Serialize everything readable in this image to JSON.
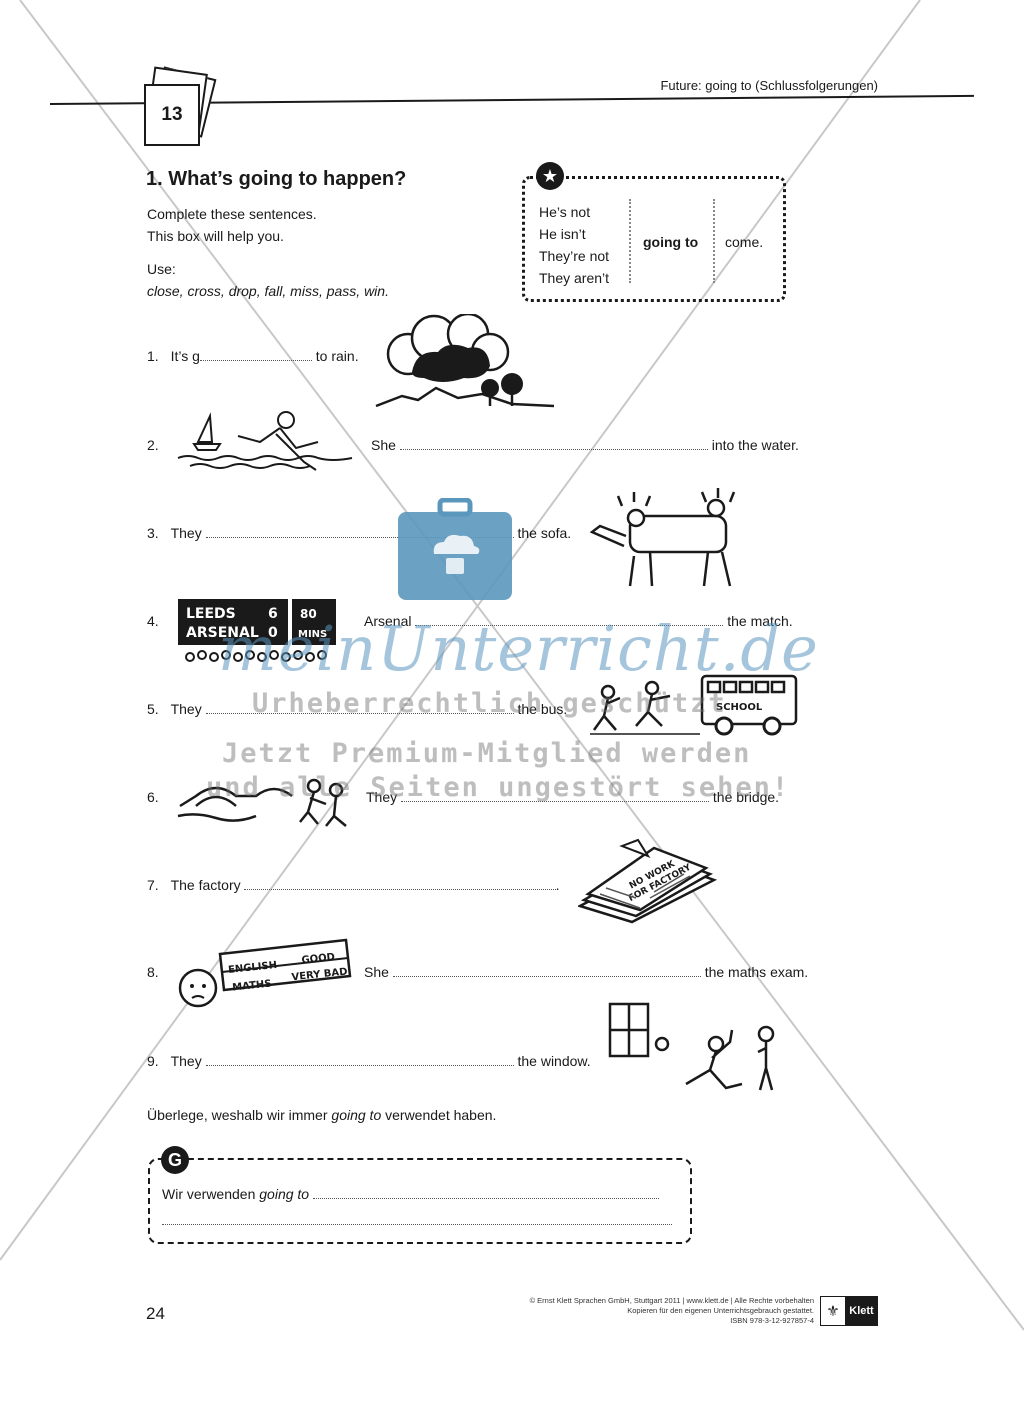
{
  "header": {
    "chapter_number": "13",
    "title": "Future: going to (Schlussfolgerungen)"
  },
  "exercise": {
    "heading": "1. What’s going to happen?",
    "instruction_line1": "Complete these sentences.",
    "instruction_line2": "This box will help you.",
    "use_label": "Use:",
    "use_words": "close, cross, drop, fall, miss, pass, win."
  },
  "tip_box": {
    "forms": [
      "He’s not",
      "He isn’t",
      "They’re not",
      "They aren’t"
    ],
    "middle": "going to",
    "end": "come."
  },
  "sentences": [
    {
      "num": "1.",
      "before": "It’s g",
      "after": "to rain."
    },
    {
      "num": "2.",
      "before": "She",
      "after": "into the water."
    },
    {
      "num": "3.",
      "before": "They",
      "after": "the sofa."
    },
    {
      "num": "4.",
      "before": "Arsenal",
      "after": "the match."
    },
    {
      "num": "5.",
      "before": "They",
      "after": "the bus."
    },
    {
      "num": "6.",
      "before": "They",
      "after": "the bridge."
    },
    {
      "num": "7.",
      "before": "The factory",
      "after": "."
    },
    {
      "num": "8.",
      "before": "She",
      "after": "the maths exam."
    },
    {
      "num": "9.",
      "before": "They",
      "after": "the window."
    }
  ],
  "illustration_text": {
    "score_team1": "LEEDS",
    "score1": "6",
    "score_team2": "ARSENAL",
    "score2": "0",
    "score_time1": "80",
    "score_time2": "MINS",
    "bus_sign": "SCHOOL",
    "newspaper_line1": "NO WORK",
    "newspaper_line2": "FOR FACTORY",
    "report_line1_a": "ENGLISH",
    "report_line1_b": "GOOD",
    "report_line2_a": "MATHS",
    "report_line2_b": "VERY BAD"
  },
  "reflection": {
    "prefix": "Überlege, weshalb wir immer ",
    "emph": "going to",
    "suffix": " verwendet haben."
  },
  "grammar_box": {
    "icon": "G",
    "prefix": "Wir verwenden ",
    "emph": "going to"
  },
  "footer": {
    "page_number": "24",
    "line1": "© Ernst Klett Sprachen GmbH, Stuttgart 2011 | www.klett.de | Alle Rechte vorbehalten",
    "line2": "Kopieren für den eigenen Unterrichtsgebrauch gestattet.",
    "line3": "ISBN 978-3-12-927857-4",
    "publisher": "Klett"
  },
  "watermark": {
    "brand": "meinUnterricht.de",
    "line1": "Urheberrechtlich geschützt",
    "line2": "Jetzt Premium-Mitglied werden",
    "line3": "und alle Seiten ungestört sehen!"
  }
}
